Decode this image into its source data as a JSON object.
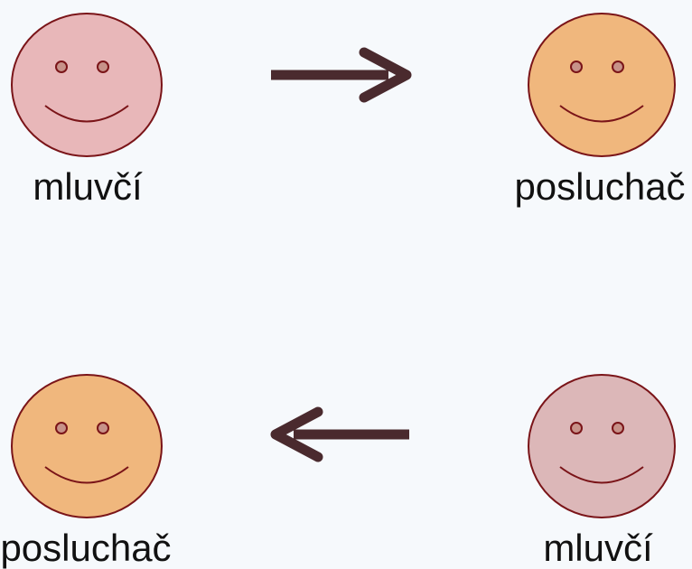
{
  "top_row": {
    "left": {
      "label": "mluvčí",
      "face_color": "#e8b7b9",
      "role": "speaker"
    },
    "right": {
      "label": "posluchač",
      "face_color": "#f0b77d",
      "role": "listener"
    },
    "arrow_direction": "right"
  },
  "bottom_row": {
    "left": {
      "label": "posluchač",
      "face_color": "#f0b77d",
      "role": "listener"
    },
    "right": {
      "label": "mluvčí",
      "face_color": "#dcb7b8",
      "role": "speaker"
    },
    "arrow_direction": "left"
  },
  "colors": {
    "outline": "#7a1418",
    "eye_fill": "#c79289",
    "arrow": "#4a2a2e",
    "background": "#f6f9fc"
  },
  "icons": [
    "smiley-face-icon",
    "arrow-right-icon",
    "arrow-left-icon"
  ]
}
